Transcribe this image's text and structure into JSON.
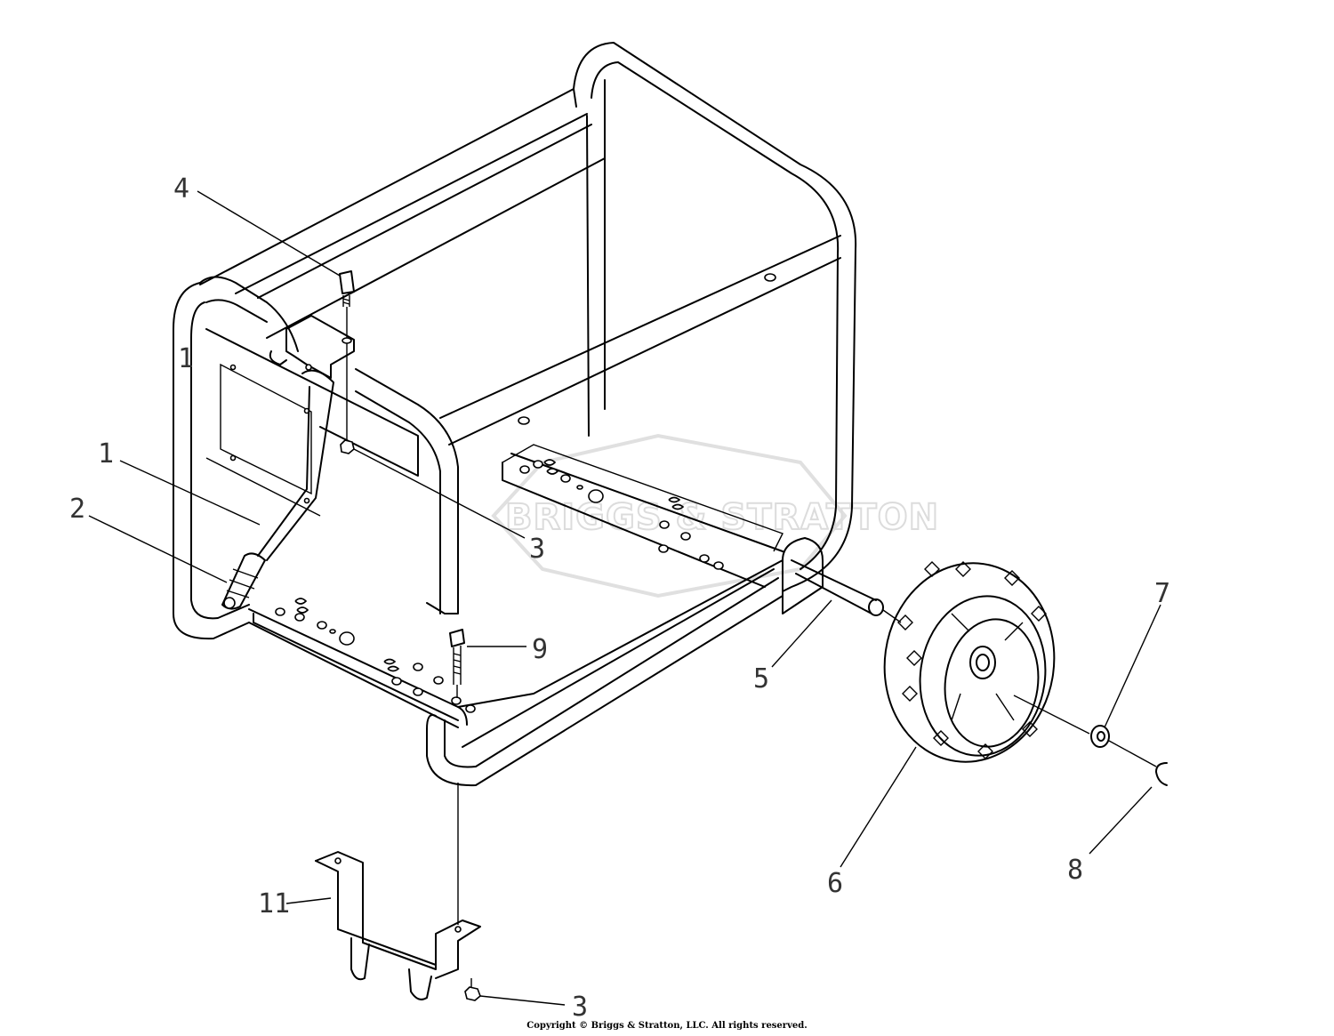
{
  "callouts": [
    {
      "id": "c4",
      "label": "4"
    },
    {
      "id": "c1a",
      "label": "1"
    },
    {
      "id": "c1b",
      "label": "1"
    },
    {
      "id": "c2",
      "label": "2"
    },
    {
      "id": "c3a",
      "label": "3"
    },
    {
      "id": "c9",
      "label": "9"
    },
    {
      "id": "c5",
      "label": "5"
    },
    {
      "id": "c7",
      "label": "7"
    },
    {
      "id": "c6",
      "label": "6"
    },
    {
      "id": "c8",
      "label": "8"
    },
    {
      "id": "c11",
      "label": "11"
    },
    {
      "id": "c3b",
      "label": "3"
    }
  ],
  "watermark": "BRIGGS & STRATTON",
  "copyright": "Copyright © Briggs & Stratton, LLC. All rights reserved."
}
